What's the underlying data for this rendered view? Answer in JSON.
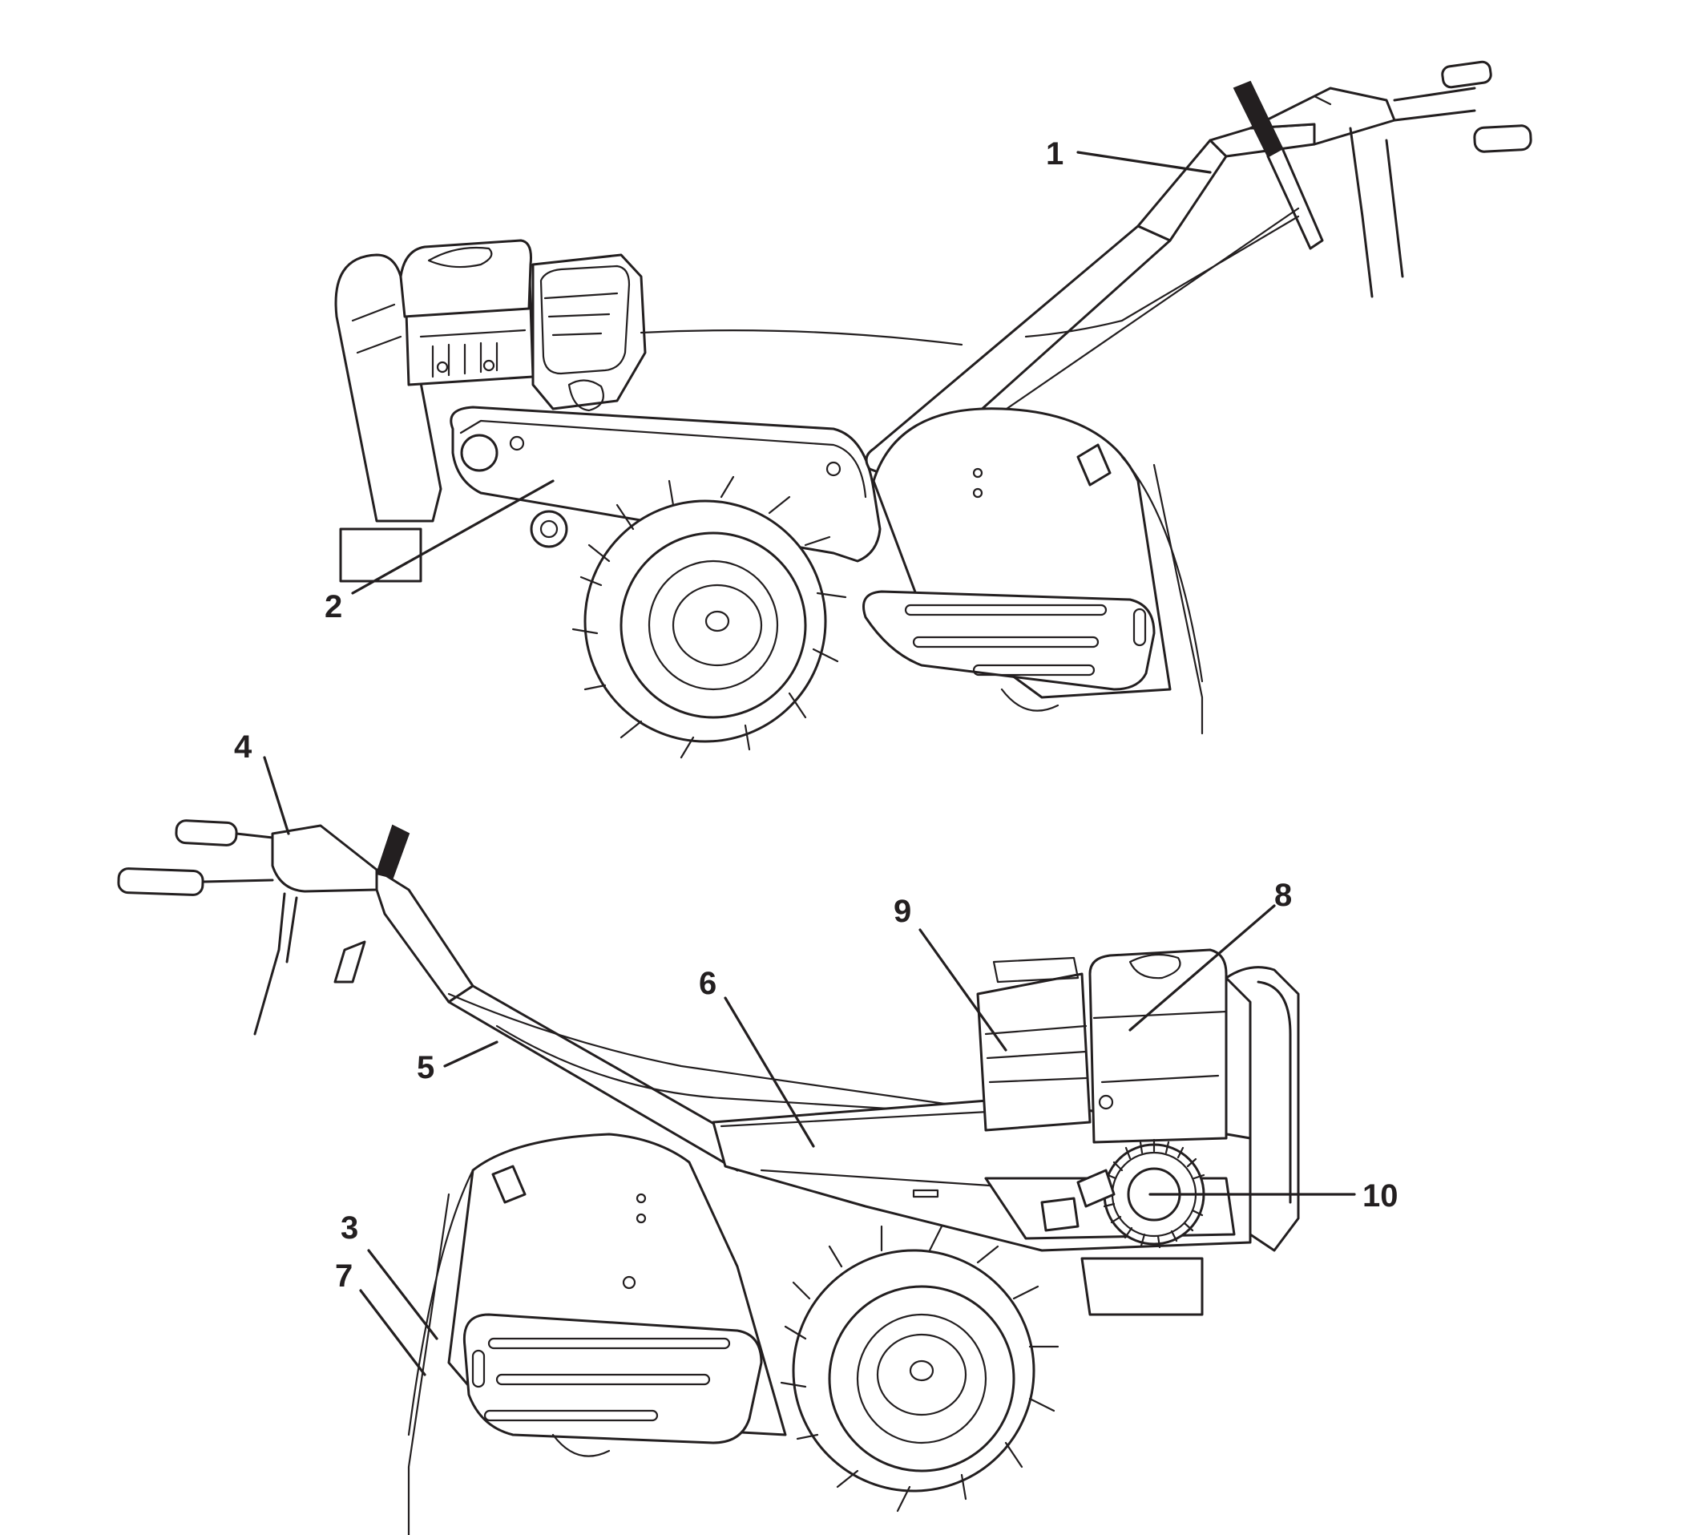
{
  "callouts": [
    {
      "id": "1",
      "text": "1"
    },
    {
      "id": "2",
      "text": "2"
    },
    {
      "id": "3",
      "text": "3"
    },
    {
      "id": "4",
      "text": "4"
    },
    {
      "id": "5",
      "text": "5"
    },
    {
      "id": "6",
      "text": "6"
    },
    {
      "id": "7",
      "text": "7"
    },
    {
      "id": "8",
      "text": "8"
    },
    {
      "id": "9",
      "text": "9"
    },
    {
      "id": "10",
      "text": "10"
    }
  ],
  "colors": {
    "line": "#231f20",
    "background": "#ffffff"
  }
}
